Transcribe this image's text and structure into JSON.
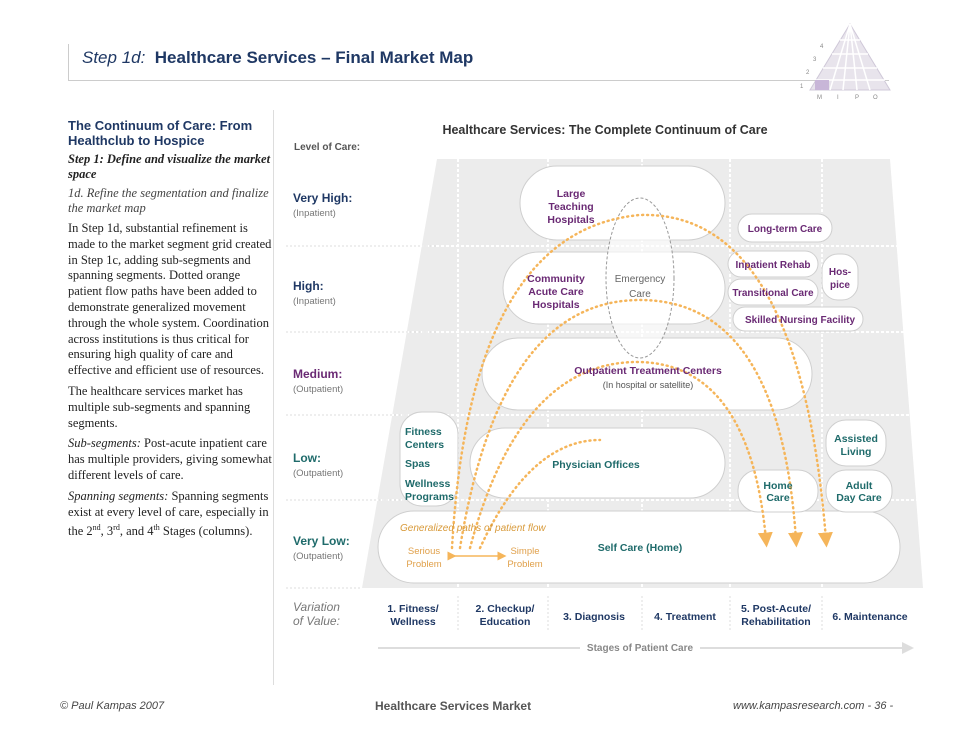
{
  "header": {
    "title_prefix": "Step 1d:",
    "title_main": "Healthcare Services – Final Market Map"
  },
  "logo": {
    "levels": [
      "4",
      "3",
      "2",
      "1"
    ],
    "letters": [
      "M",
      "I",
      "P",
      "O"
    ]
  },
  "left_panel": {
    "heading": "The Continuum of Care: From Healthclub to Hospice",
    "step1": "Step 1: Define and visualize the market space",
    "step1d": "1d. Refine the segmentation and finalize the market map",
    "para1": "In Step 1d, substantial refinement is made to the market segment grid created in Step 1c, adding sub-segments and spanning segments. Dotted orange patient flow paths have been added to demonstrate generalized movement through the whole system. Coordination across institutions is thus critical for ensuring high quality of care and effective and efficient use of resources.",
    "para2": "The healthcare services market has multiple sub-segments and spanning segments.",
    "subseg_label": "Sub-segments:",
    "subseg_text": " Post-acute inpatient care has multiple providers, giving somewhat different levels of care.",
    "span_label": "Spanning segments:",
    "span_text_1": " Spanning segments exist at every level of care, especially in the 2",
    "sup_nd": "nd",
    "span_text_2": ", 3",
    "sup_rd": "rd",
    "span_text_3": ", and 4",
    "sup_th": "th",
    "span_text_4": " Stages (columns)."
  },
  "diagram": {
    "title": "Healthcare Services: The Complete Continuum of Care",
    "level_of_care_label": "Level of Care:",
    "levels": [
      {
        "name": "Very High:",
        "sub": "(Inpatient)"
      },
      {
        "name": "High:",
        "sub": "(Inpatient)"
      },
      {
        "name": "Medium:",
        "sub": "(Outpatient)"
      },
      {
        "name": "Low:",
        "sub": "(Outpatient)"
      },
      {
        "name": "Very Low:",
        "sub": "(Outpatient)"
      }
    ],
    "segments": {
      "large_teaching": [
        "Large",
        "Teaching",
        "Hospitals"
      ],
      "community": [
        "Community",
        "Acute Care",
        "Hospitals"
      ],
      "emergency": [
        "Emergency",
        "Care"
      ],
      "long_term": "Long-term Care",
      "inpatient_rehab": "Inpatient Rehab",
      "transitional": "Transitional Care",
      "hospice": [
        "Hos-",
        "pice"
      ],
      "skilled_nursing": "Skilled Nursing Facility",
      "outpatient": "Outpatient Treatment Centers",
      "outpatient_sub": "(In hospital  or satellite)",
      "fitness": [
        "Fitness",
        "Centers"
      ],
      "spas": "Spas",
      "wellness": [
        "Wellness",
        "Programs"
      ],
      "physician": "Physician Offices",
      "assisted": [
        "Assisted",
        "Living"
      ],
      "home_care": [
        "Home",
        "Care"
      ],
      "adult_day": [
        "Adult",
        "Day Care"
      ],
      "paths_label": "Generalized paths of patient flow",
      "serious": [
        "Serious",
        "Problem"
      ],
      "simple": [
        "Simple",
        "Problem"
      ],
      "self_care": "Self Care (Home)"
    },
    "variation_label": [
      "Variation",
      "of Value:"
    ],
    "stages": [
      [
        "1. Fitness/",
        "Wellness"
      ],
      [
        "2. Checkup/",
        "Education"
      ],
      [
        "3. Diagnosis"
      ],
      [
        "4. Treatment"
      ],
      [
        "5. Post-Acute/",
        "Rehabilitation"
      ],
      [
        "6. Maintenance"
      ]
    ],
    "stages_axis_label": "Stages of Patient Care"
  },
  "footer": {
    "left": "© Paul Kampas 2007",
    "center": "Healthcare Services Market",
    "right": "www.kampasresearch.com  - 36 -"
  },
  "colors": {
    "title_blue": "#1f3864",
    "segment_purple": "#6a2a74",
    "segment_teal": "#1f6b6b",
    "flow_orange": "#f5b55a",
    "grid_gray": "#e8e8e8"
  }
}
